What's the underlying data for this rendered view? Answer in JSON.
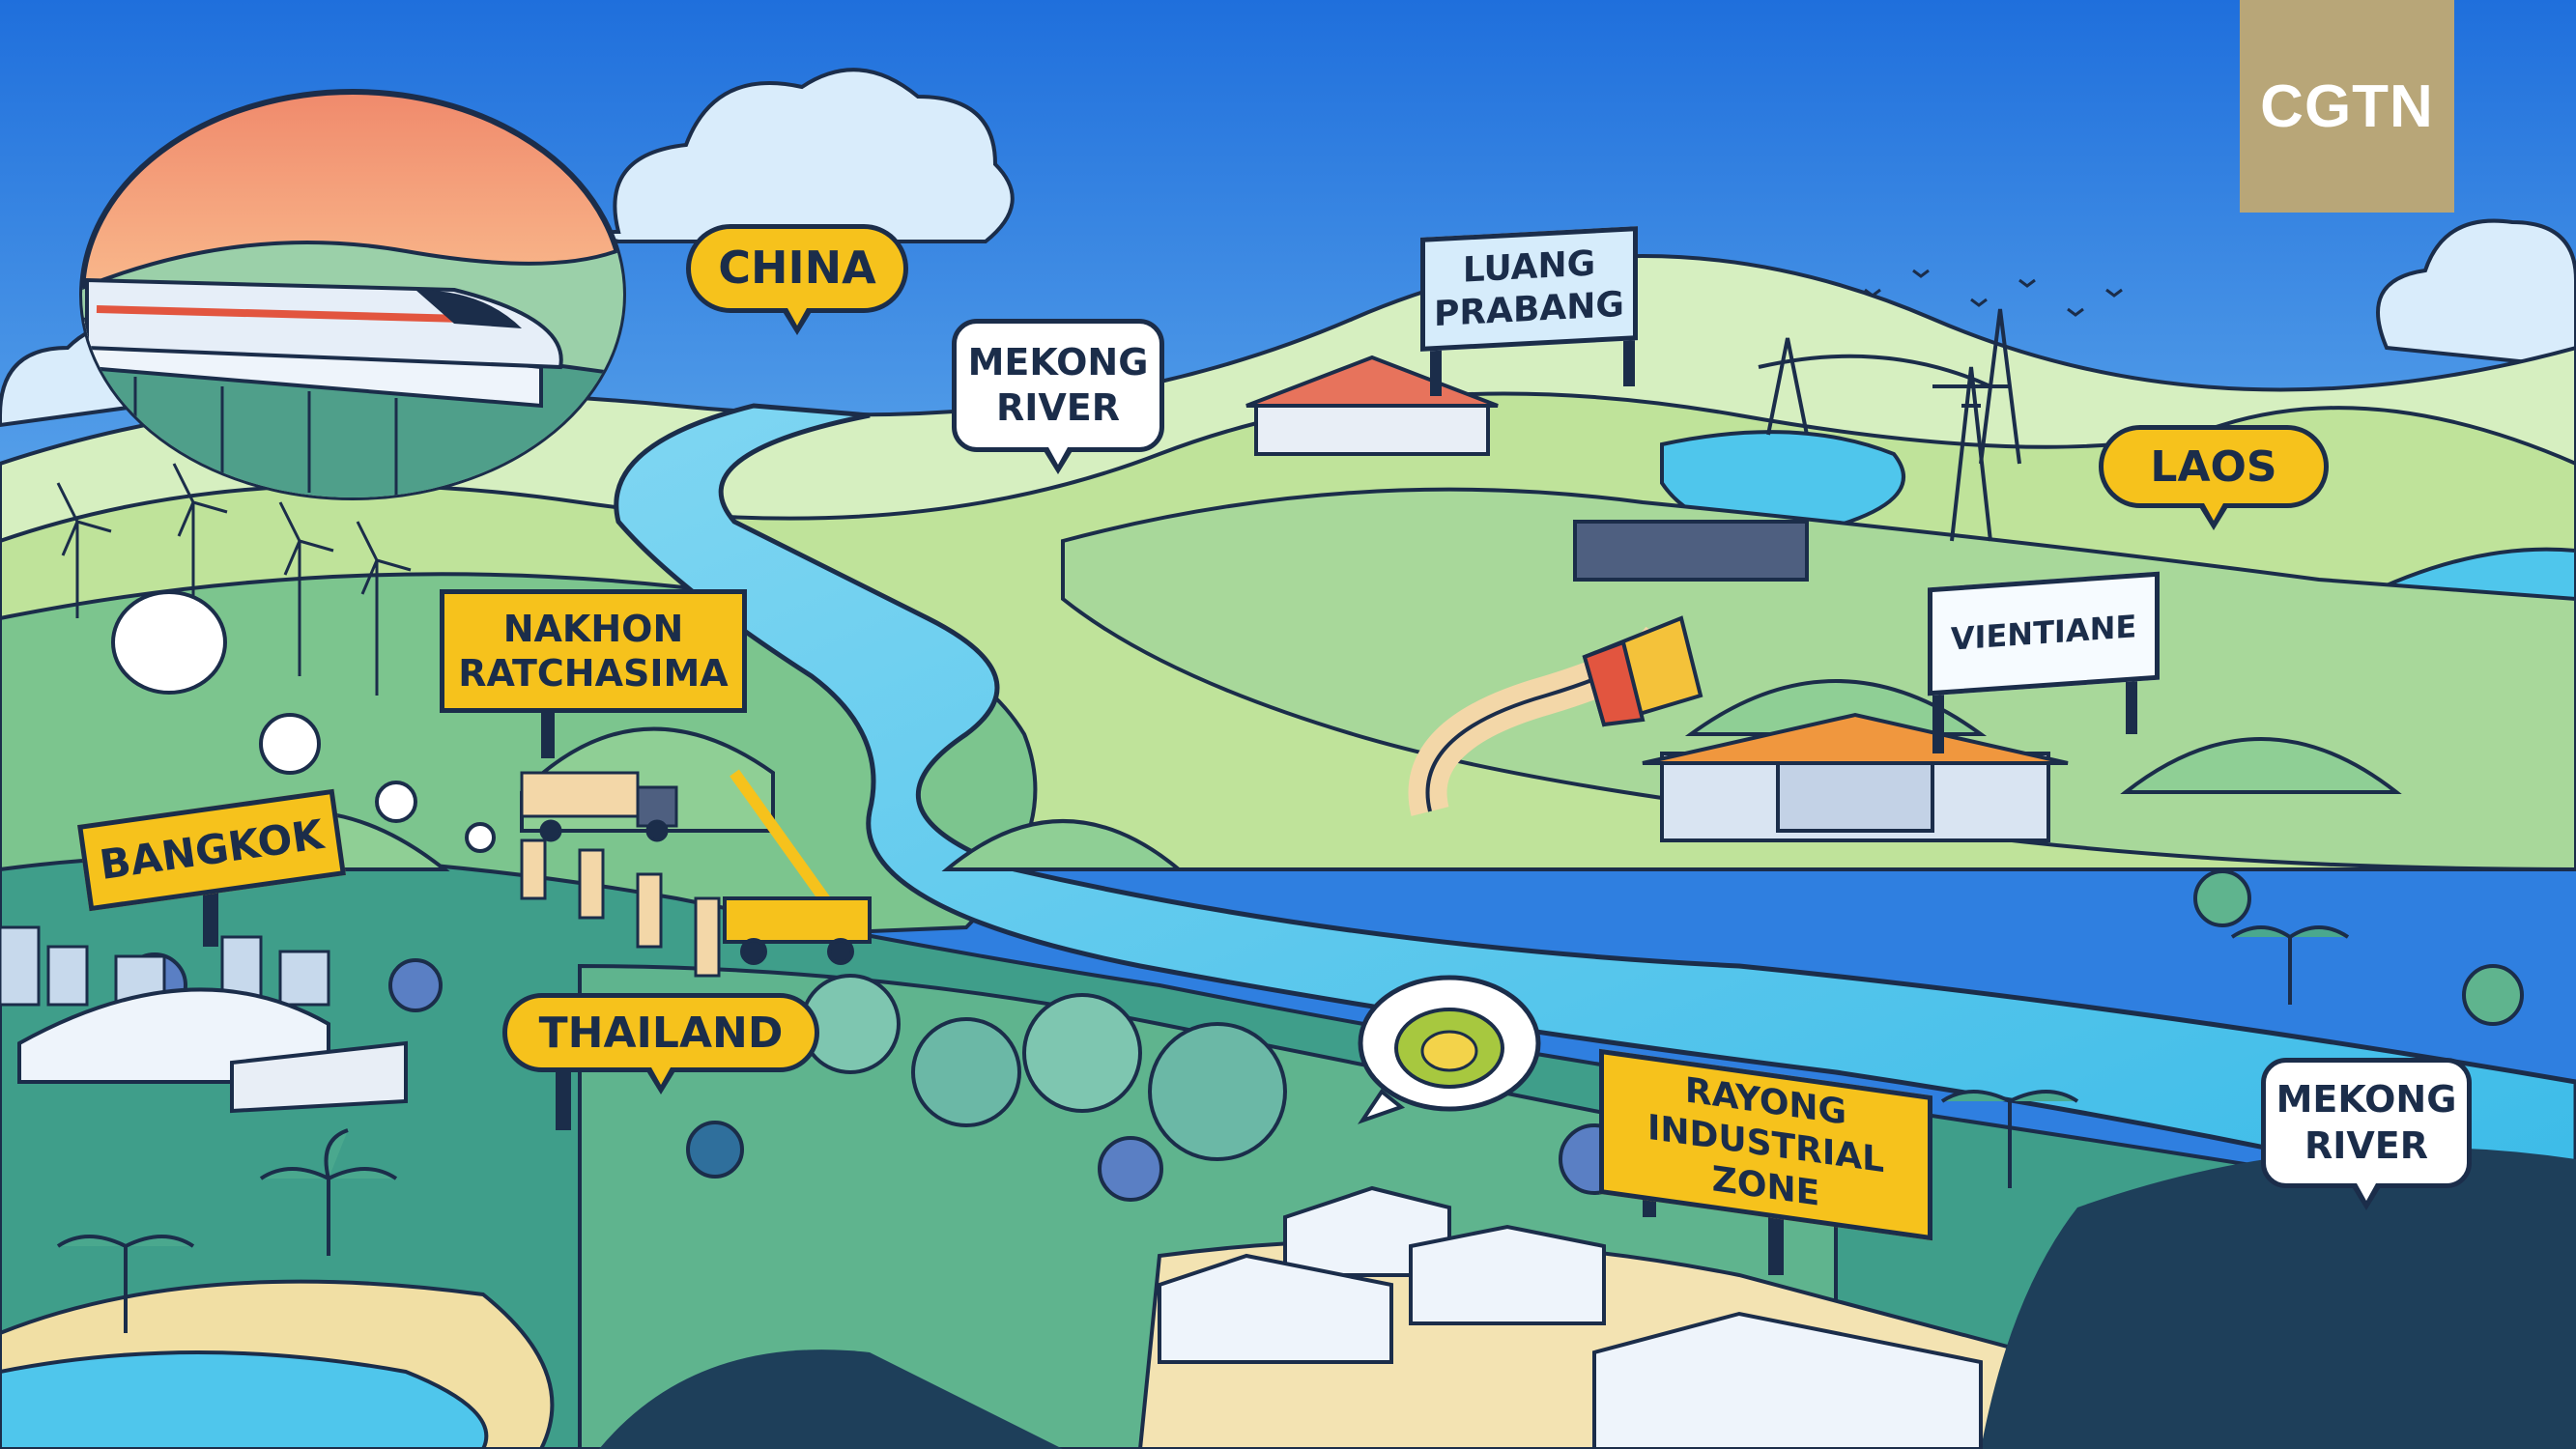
{
  "logo": {
    "text": "CGTN"
  },
  "labels": {
    "china": "CHINA",
    "mekong_river_top": "MEKONG\nRIVER",
    "luang_prabang": "LUANG\nPRABANG",
    "laos": "LAOS",
    "vientiane": "VIENTIANE",
    "nakhon_ratchasima": "NAKHON\nRATCHASIMA",
    "bangkok": "BANGKOK",
    "thailand": "THAILAND",
    "rayong": "RAYONG\nINDUSTRIAL ZONE",
    "mekong_river_bottom": "MEKONG\nRIVER"
  },
  "icons": [
    "high-speed-train-icon",
    "freight-train-icon",
    "durian-icon",
    "crane-icon",
    "truck-icon",
    "wind-turbine-icon",
    "power-pylon-icon",
    "station-icon",
    "factory-icon"
  ],
  "colors": {
    "sky": "#2f7fe0",
    "river": "#4fc6ec",
    "land_light": "#bfe39a",
    "land_mid": "#7cc58e",
    "forest": "#3f9e8a",
    "label_yellow": "#f6c21c",
    "outline": "#1b2d4a",
    "logo_gold": "#b8a678"
  }
}
